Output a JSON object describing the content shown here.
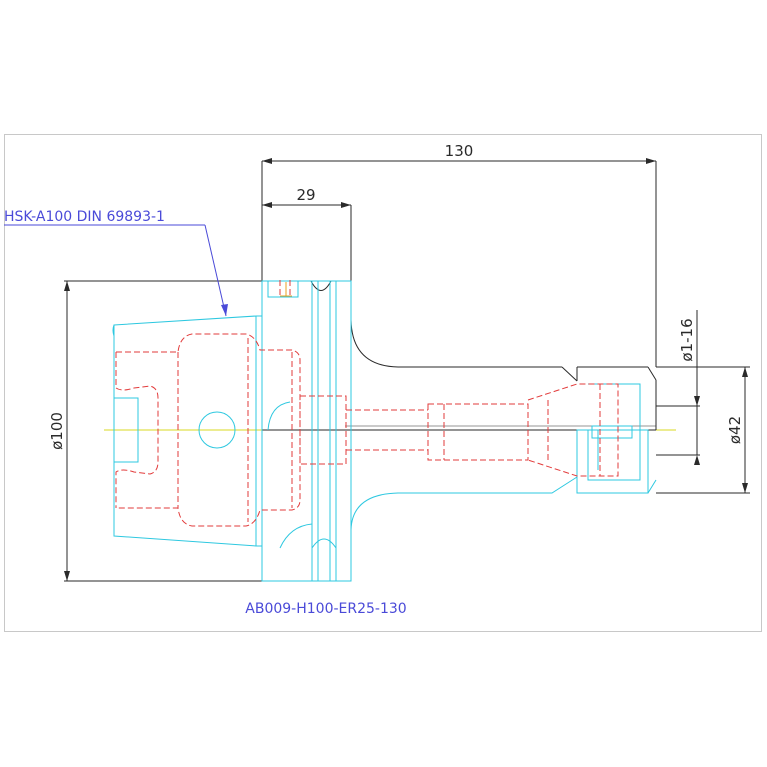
{
  "drawing": {
    "part_number": "AB009-H100-ER25-130",
    "standard_label": "HSK-A100 DIN 69893-1",
    "dimensions": {
      "overall_length": "130",
      "flange_width": "29",
      "diameter_flange": "ø100",
      "diameter_nut": "ø42",
      "clamping_range": "ø1-16"
    },
    "colors": {
      "outline": "#2a2a2a",
      "hsk_shank": "#2ec8e0",
      "hidden_lines": "#e23b3b",
      "centerline": "#d8d820",
      "leader": "#4a4ad8"
    }
  }
}
